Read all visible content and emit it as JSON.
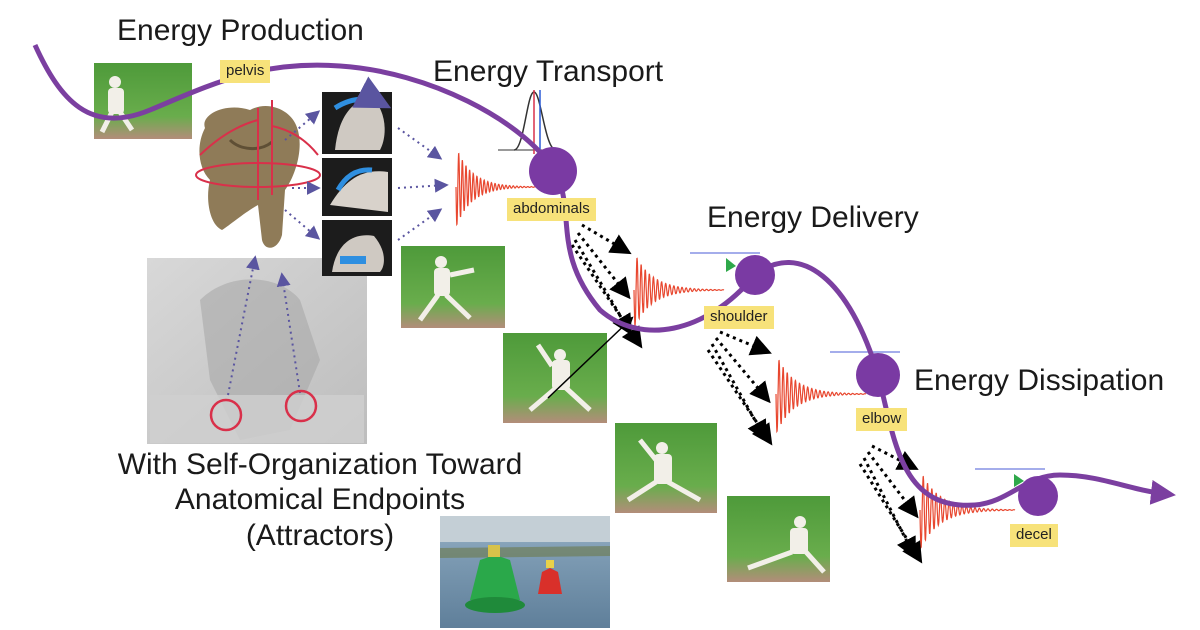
{
  "stages": {
    "production": "Energy Production",
    "transport": "Energy Transport",
    "delivery": "Energy Delivery",
    "dissipation": "Energy Dissipation"
  },
  "segments": {
    "pelvis": "pelvis",
    "abdominals": "abdominals",
    "shoulder": "shoulder",
    "elbow": "elbow",
    "decel": "decel"
  },
  "caption": {
    "line1": "With Self-Organization Toward",
    "line2": "Anatomical Endpoints",
    "line3": "(Attractors)"
  },
  "colors": {
    "trajectory": "#7b3fa0",
    "node": "#7a3aa3",
    "oscillation": "#e8472f",
    "label_highlight": "#f7e27a",
    "dotted_arrow": "#6a5fa8",
    "attractor_ring": "#d9304a"
  },
  "icons": [
    "pitcher-photo",
    "pelvis-bone-image",
    "muscle-image",
    "buoy-photo"
  ]
}
